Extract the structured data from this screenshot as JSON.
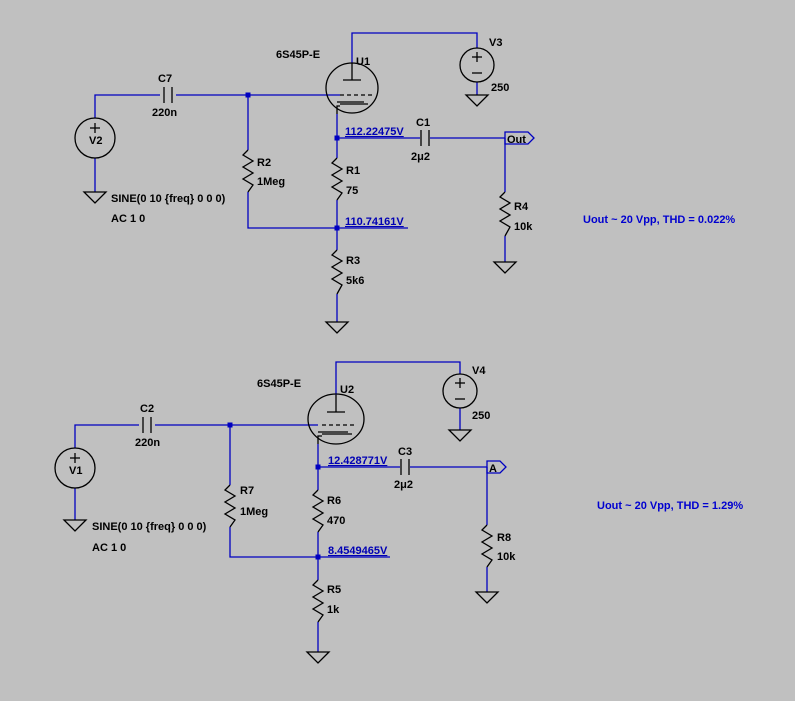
{
  "circuit_top": {
    "tube": {
      "ref": "U1",
      "model": "6S45P-E"
    },
    "supply": {
      "ref": "V3",
      "value": "250"
    },
    "source": {
      "ref": "V2",
      "spec": "SINE(0 10 {freq} 0 0 0)",
      "ac": "AC 1 0"
    },
    "c_in": {
      "ref": "C7",
      "value": "220n"
    },
    "c_out": {
      "ref": "C1",
      "value": "2μ2"
    },
    "r_grid": {
      "ref": "R2",
      "value": "1Meg"
    },
    "r_k1": {
      "ref": "R1",
      "value": "75"
    },
    "r_k2": {
      "ref": "R3",
      "value": "5k6"
    },
    "r_load": {
      "ref": "R4",
      "value": "10k"
    },
    "v_cathode": "112.22475V",
    "v_mid": "110.74161V",
    "out_label": "Out",
    "result": "Uout ~ 20 Vpp, THD = 0.022%"
  },
  "circuit_bottom": {
    "tube": {
      "ref": "U2",
      "model": "6S45P-E"
    },
    "supply": {
      "ref": "V4",
      "value": "250"
    },
    "source": {
      "ref": "V1",
      "spec": "SINE(0 10 {freq} 0 0 0)",
      "ac": "AC 1 0"
    },
    "c_in": {
      "ref": "C2",
      "value": "220n"
    },
    "c_out": {
      "ref": "C3",
      "value": "2μ2"
    },
    "r_grid": {
      "ref": "R7",
      "value": "1Meg"
    },
    "r_k1": {
      "ref": "R6",
      "value": "470"
    },
    "r_k2": {
      "ref": "R5",
      "value": "1k"
    },
    "r_load": {
      "ref": "R8",
      "value": "10k"
    },
    "v_cathode": "12.428771V",
    "v_mid": "8.4549465V",
    "out_label": "A",
    "result": "Uout ~ 20 Vpp, THD = 1.29%"
  },
  "colors": {
    "background": "#c0c0c0",
    "wire": "#0000c0",
    "component": "#000000",
    "annotation": "#0000b4"
  }
}
